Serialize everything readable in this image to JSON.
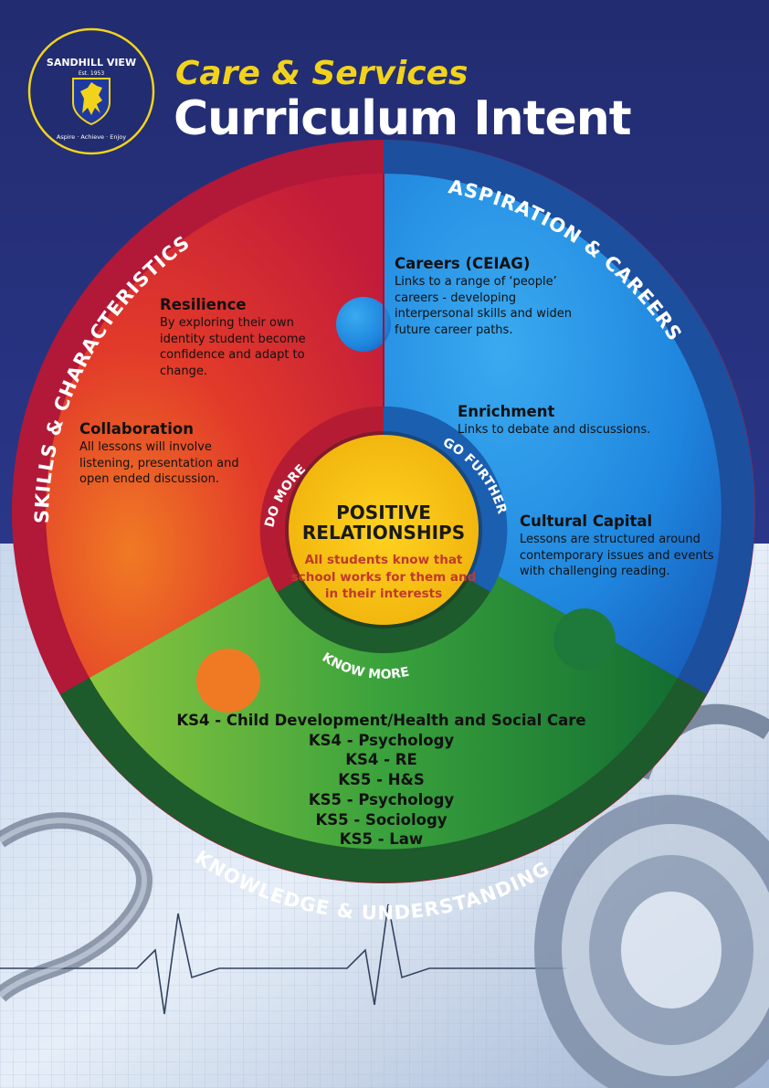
{
  "header": {
    "subtitle": "Care & Services",
    "title": "Curriculum Intent"
  },
  "logo": {
    "name": "SANDHILL VIEW",
    "est": "Est. 1953",
    "motto": "Aspire · Achieve · Enjoy"
  },
  "ring": {
    "skills": "SKILLS & CHARACTERISTICS",
    "aspiration": "ASPIRATION & CAREERS",
    "knowledge": "KNOWLEDGE & UNDERSTANDING"
  },
  "inner_ring": {
    "do_more": "DO MORE",
    "go_further": "GO FURTHER",
    "know_more": "KNOW MORE"
  },
  "center": {
    "title_line1": "POSITIVE",
    "title_line2": "RELATIONSHIPS",
    "sub": "All students know that school works for them and in their interests"
  },
  "sections": {
    "resilience": {
      "heading": "Resilience",
      "text": "By exploring their own identity student become confidence and adapt to change."
    },
    "collaboration": {
      "heading": "Collaboration",
      "text": "All lessons will involve listening, presentation and open ended discussion."
    },
    "careers": {
      "heading": "Careers (CEIAG)",
      "text": "Links to a range of ‘people’ careers - developing interpersonal skills and widen future career paths."
    },
    "enrichment": {
      "heading": "Enrichment",
      "text": "Links to debate and discussions."
    },
    "cultural": {
      "heading": "Cultural Capital",
      "text": "Lessons are structured around contemporary issues and events with challenging reading."
    }
  },
  "courses": [
    "KS4 - Child Development/Health and Social Care",
    "KS4 - Psychology",
    "KS4 - RE",
    "KS5 - H&S",
    "KS5 - Psychology",
    "KS5 - Sociology",
    "KS5 - Law"
  ]
}
